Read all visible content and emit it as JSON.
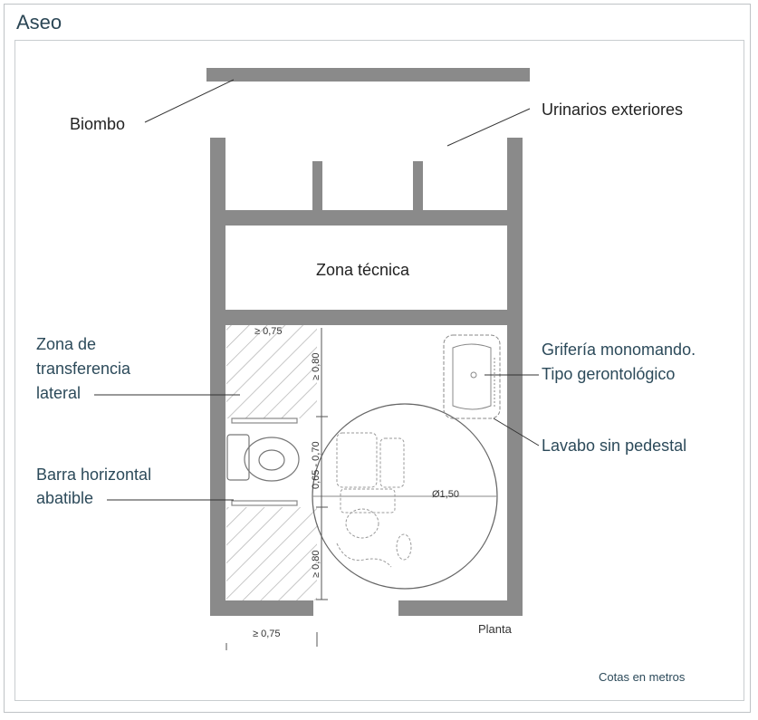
{
  "title": "Aseo",
  "labels": {
    "biombo": "Biombo",
    "urinarios": "Urinarios exteriores",
    "zona_tecnica": "Zona técnica",
    "zona_transferencia_1": "Zona de",
    "zona_transferencia_2": "transferencia",
    "zona_transferencia_3": "lateral",
    "barra_1": "Barra horizontal",
    "barra_2": "abatible",
    "griferia_1": "Grifería monomando.",
    "griferia_2": "Tipo gerontológico",
    "lavabo": "Lavabo sin pedestal",
    "planta": "Planta",
    "cotas": "Cotas en metros"
  },
  "dimensions": {
    "top_width": "≥ 0,75",
    "upper_depth": "≥ 0,80",
    "middle_depth": "0,65 - 0,70",
    "lower_depth": "≥ 0,80",
    "circle_diameter": "Ø1,50",
    "bottom_width": "≥ 0,75"
  },
  "colors": {
    "wall": "#8a8a8a",
    "text_teal": "#2c4a5a"
  }
}
